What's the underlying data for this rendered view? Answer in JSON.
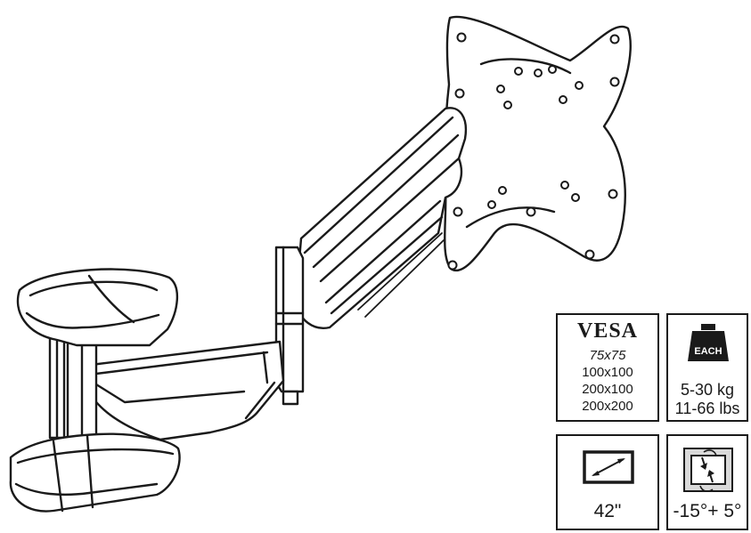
{
  "specs": {
    "vesa": {
      "title": "VESA",
      "sizes": [
        "75x75",
        "100x100",
        "200x100",
        "200x200"
      ]
    },
    "weight": {
      "badge_label": "EACH",
      "kg": "5-30 kg",
      "lbs": "11-66 lbs",
      "icon": "weight-icon"
    },
    "screen_size": {
      "value": "42\"",
      "icon": "screen-diagonal-icon"
    },
    "tilt": {
      "value": "-15°+ 5°",
      "icon": "tilt-icon"
    }
  },
  "colors": {
    "line": "#1a1a1a",
    "background": "#ffffff",
    "shade": "#d9d9d9"
  }
}
